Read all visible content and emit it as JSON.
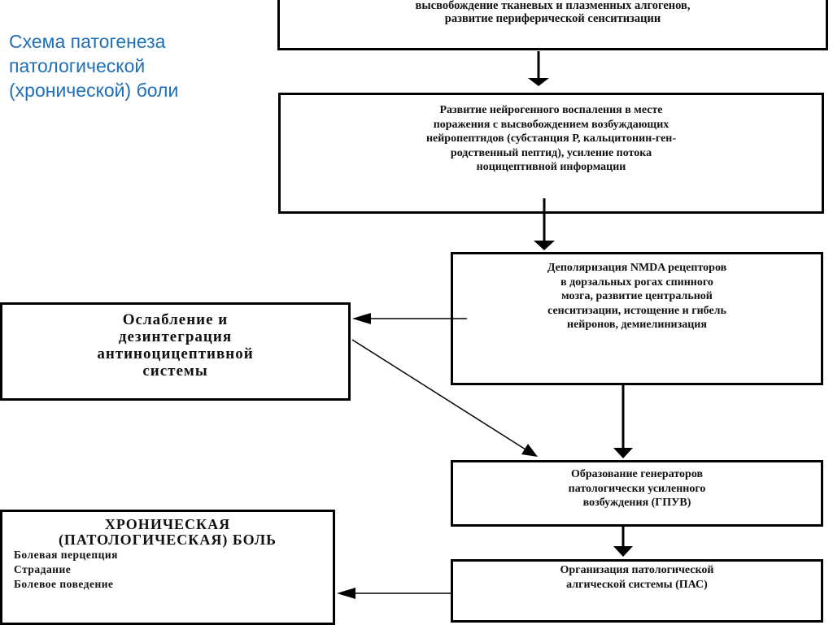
{
  "title": {
    "lines": [
      "Схема патогенеза",
      "патологической",
      "(хронической) боли"
    ]
  },
  "nodes": {
    "release": {
      "lines": [
        "высвобождение тканевых и плазменных алгогенов,",
        "развитие периферической сенситизации"
      ]
    },
    "neurogenic_inflammation": {
      "lines": [
        "Развитие нейрогенного воспаления в месте",
        "поражения с высвобождением возбуждающих",
        "нейропептидов (субстанция Р, кальцитонин-ген-",
        "родственный пептид), усиление потока",
        "ноцицептивной информации"
      ]
    },
    "nmda_depolarization": {
      "lines": [
        "Деполяризация NMDA рецепторов",
        "в дорзальных рогах спинного",
        "мозга, развитие центральной",
        "сенситизации, истощение и гибель",
        "нейронов, демиелинизация"
      ]
    },
    "antinociceptive_weakening": {
      "lines": [
        "Ослабление и",
        "дезинтеграция",
        "антиноцицептивной",
        "системы"
      ]
    },
    "generators": {
      "lines": [
        "Образование генераторов",
        "патологически усиленного",
        "возбуждения (ГПУВ)"
      ]
    },
    "algic_system": {
      "lines": [
        "Организация патологической",
        "алгической системы (ПАС)"
      ]
    },
    "chronic_pain": {
      "heading": [
        "ХРОНИЧЕСКАЯ",
        "(ПАТОЛОГИЧЕСКАЯ) БОЛЬ"
      ],
      "items": [
        "Болевая перцепция",
        "Страдание",
        "Болевое поведение"
      ]
    }
  }
}
